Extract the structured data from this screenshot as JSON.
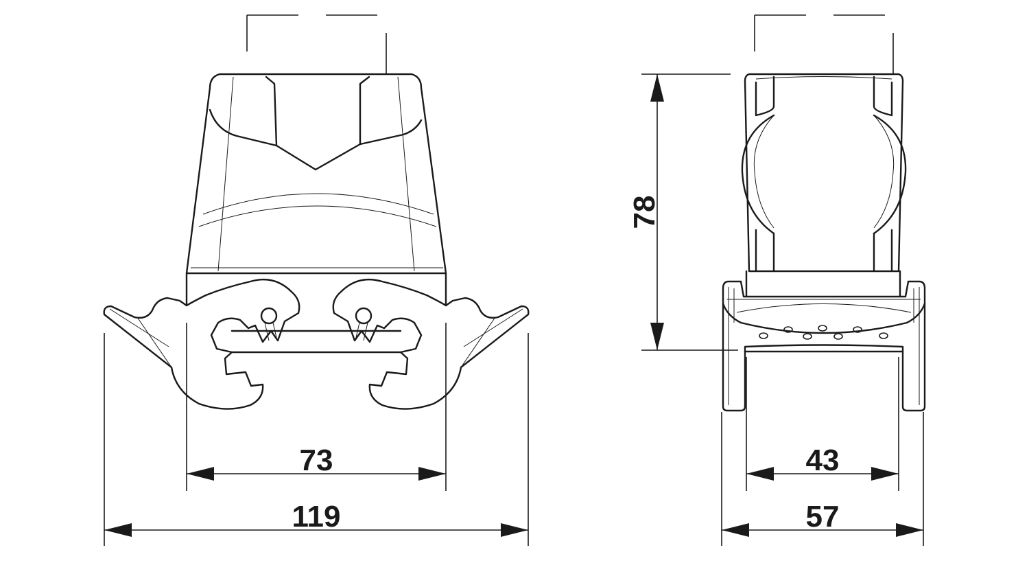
{
  "dimensions": {
    "front_inner_width": "73",
    "front_outer_width": "119",
    "side_height": "78",
    "side_inner_width": "43",
    "side_outer_width": "57"
  }
}
